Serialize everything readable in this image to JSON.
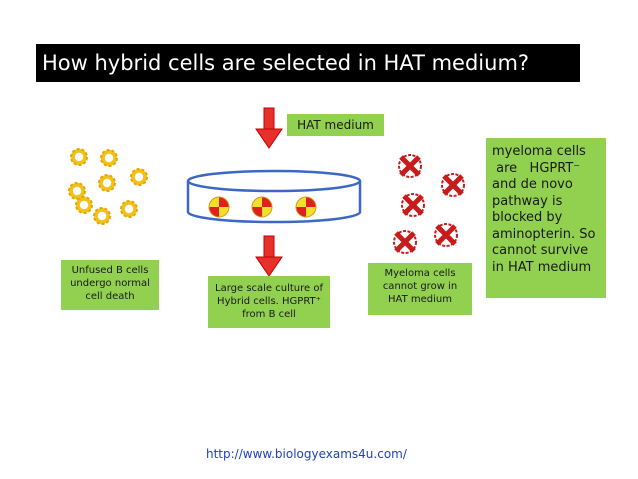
{
  "title": "How hybrid cells are selected in HAT medium?",
  "hat_medium_label": "HAT medium",
  "unfused_label": [
    "Unfused B cells",
    "undergo normal",
    "cell death"
  ],
  "culture_label": [
    "Large scale culture of",
    "Hybrid cells. HGPRT⁺",
    "from B cell"
  ],
  "myeloma_label": [
    "Myeloma  cells",
    "cannot grow in",
    "HAT medium"
  ],
  "right_box_lines": [
    "myeloma cells",
    " are   HGPRT⁻",
    "and de novo",
    "pathway is",
    "blocked by",
    "aminopterin. So",
    "cannot survive",
    "in HAT medium"
  ],
  "url": "http://www.biologyexams4u.com/",
  "colors": {
    "title_bg": "#000000",
    "box_green": "#92d050",
    "arrow_red": "#e8302a",
    "dish_blue": "#3b68c4",
    "cell_yellow": "#f2d232",
    "cell_red": "#e01f1f",
    "cross_red": "#c71c1c",
    "url_blue": "#1f3fbf"
  },
  "icons": [
    "down-arrow-icon",
    "petri-dish-icon",
    "hybrid-cell-icon",
    "b-cell-icon",
    "myeloma-cell-icon"
  ]
}
